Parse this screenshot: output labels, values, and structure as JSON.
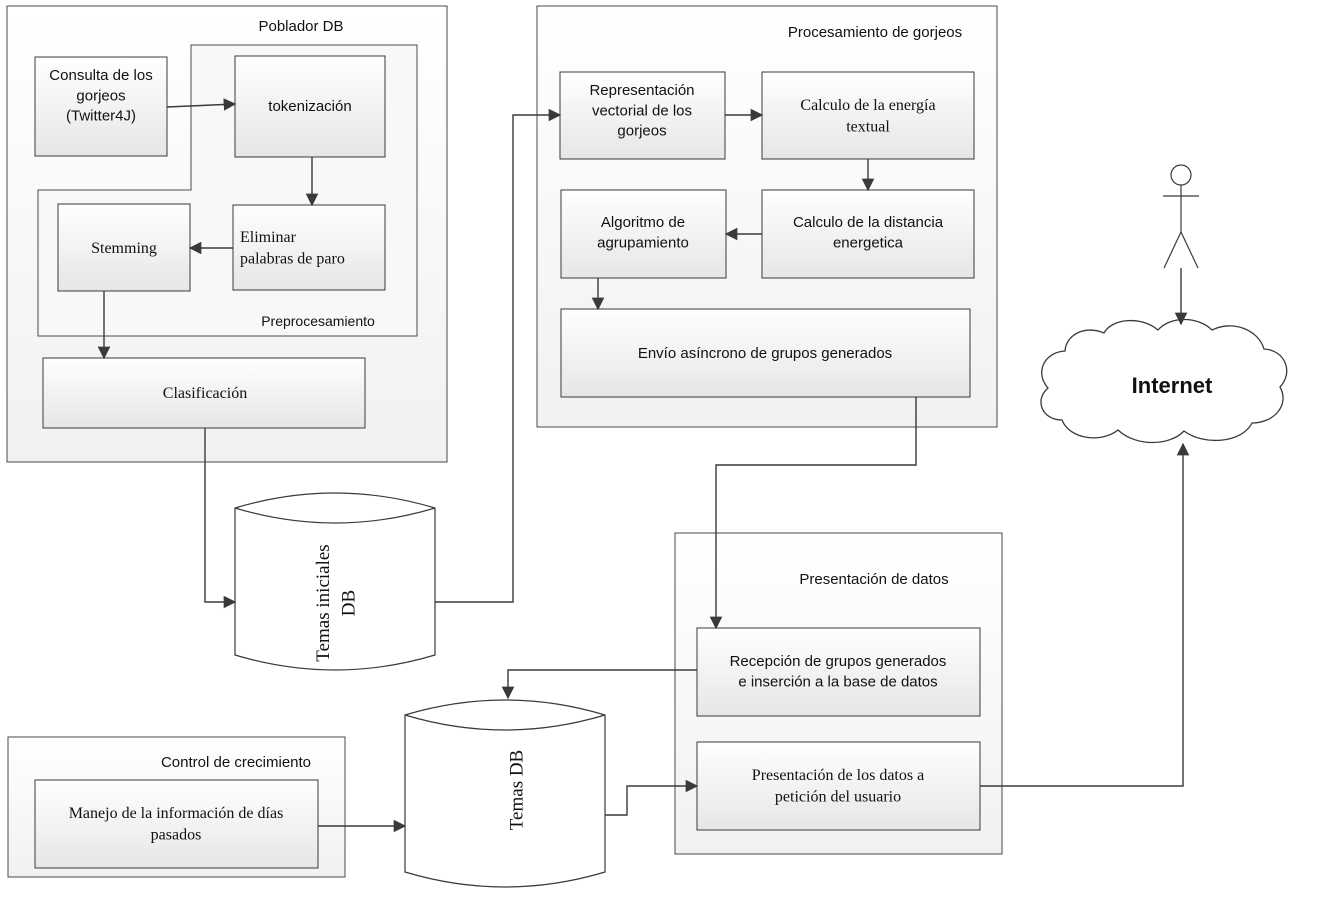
{
  "groups": {
    "poblador": "Poblador DB",
    "preprocesamiento": "Preprocesamiento",
    "procesamiento": "Procesamiento de gorjeos",
    "presentacion": "Presentación de datos",
    "control": "Control de crecimiento"
  },
  "nodes": {
    "consulta": [
      "Consulta de los",
      "gorjeos",
      "(Twitter4J)"
    ],
    "tokenizacion": [
      "tokenización"
    ],
    "eliminar": [
      "Eliminar",
      "palabras de paro"
    ],
    "stemming": [
      "Stemming"
    ],
    "clasificacion": [
      "Clasificación"
    ],
    "representacion": [
      "Representación",
      "vectorial de los",
      "gorjeos"
    ],
    "energia": [
      "Calculo de la energía",
      "textual"
    ],
    "distancia": [
      "Calculo de la distancia",
      "energetica"
    ],
    "algoritmo": [
      "Algoritmo de",
      "agrupamiento"
    ],
    "envio": [
      "Envío asíncrono de grupos generados"
    ],
    "recepcion": [
      "Recepción de grupos generados",
      "e inserción a la base de datos"
    ],
    "presentacion_datos": [
      "Presentación de los datos a",
      "petición del usuario"
    ],
    "manejo": [
      "Manejo de la información de días",
      "pasados"
    ]
  },
  "databases": {
    "temas_iniciales": [
      "Temas iniciales",
      "DB"
    ],
    "temas": [
      "Temas DB"
    ]
  },
  "cloud": {
    "label": "Internet"
  }
}
